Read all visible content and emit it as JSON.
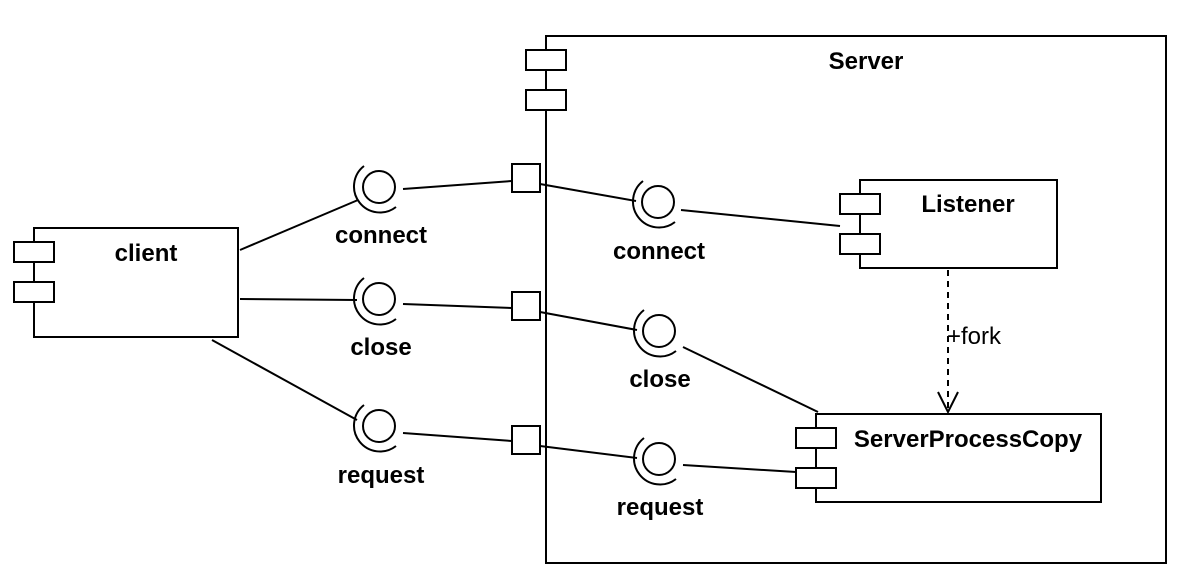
{
  "components": {
    "server": "Server",
    "client": "client",
    "listener": "Listener",
    "server_process_copy": "ServerProcessCopy"
  },
  "interfaces": {
    "client_connect": "connect",
    "client_close": "close",
    "client_request": "request",
    "server_connect": "connect",
    "server_close": "close",
    "server_request": "request"
  },
  "dependency": {
    "label": "+fork"
  }
}
